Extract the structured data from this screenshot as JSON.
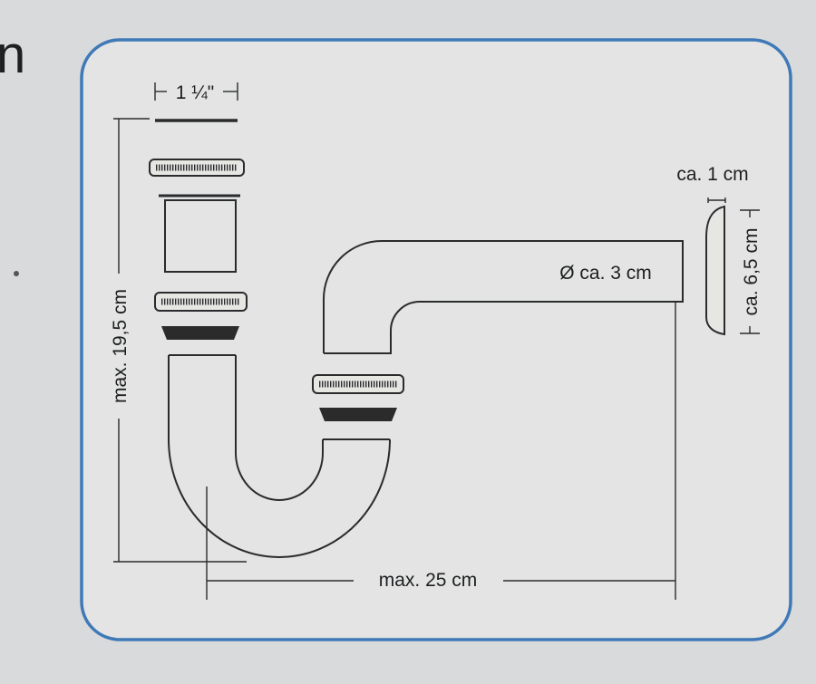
{
  "partial_heading_glyph": "n",
  "colors": {
    "background": "#d9dadb",
    "panel": "#e3e4e3",
    "frame_blue": "#3f79b7",
    "ink": "#2a2b2d"
  },
  "labels": {
    "nut_width": "1 ¼\"",
    "height": "max. 19,5 cm",
    "length": "max. 25 cm",
    "diameter": "Ø ca. 3 cm",
    "rosette_depth": "ca. 1 cm",
    "rosette_diameter": "ca. 6,5 cm"
  }
}
